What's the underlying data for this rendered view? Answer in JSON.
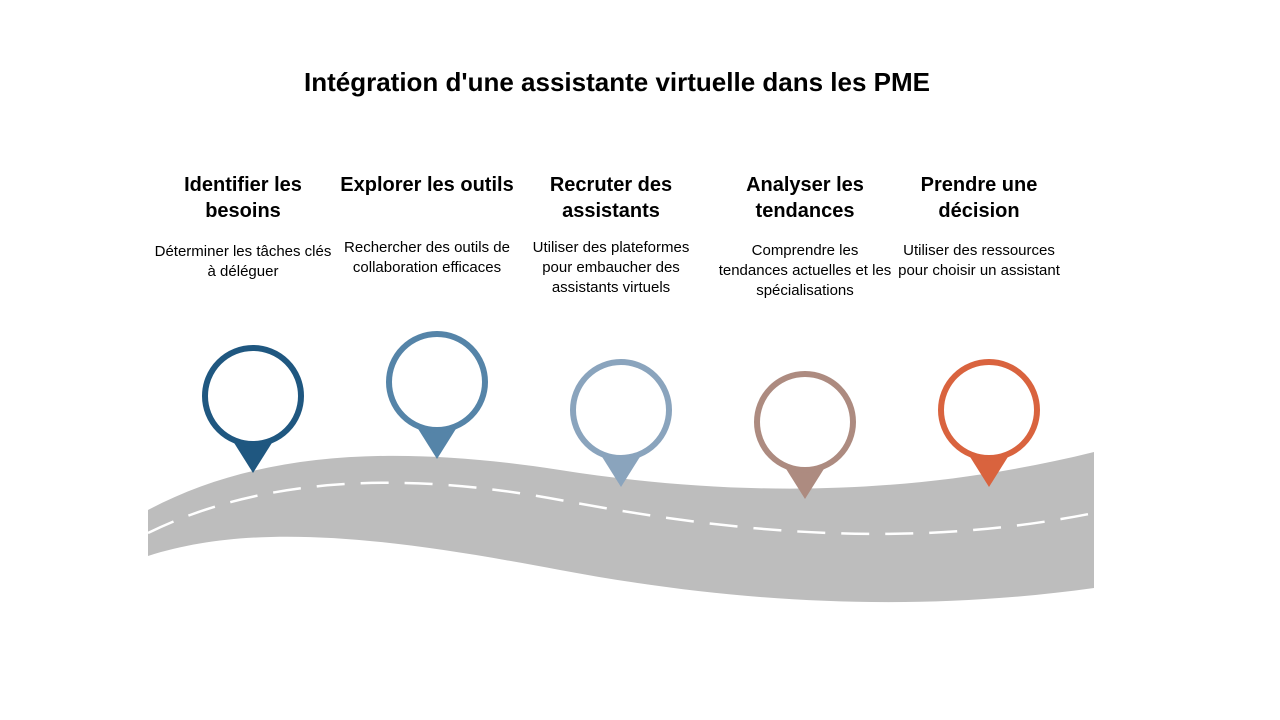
{
  "title": "Intégration d'une assistante virtuelle dans les PME",
  "colors": {
    "road": "#bdbdbd",
    "dash": "#ffffff"
  },
  "steps": [
    {
      "title": "Identifier les besoins",
      "desc": "Déterminer les tâches clés à déléguer",
      "color": "#1f5780",
      "icon": "map-pin-icon"
    },
    {
      "title": "Explorer les outils",
      "desc": "Rechercher des outils de collaboration efficaces",
      "color": "#5584a8",
      "icon": "map-pin-icon"
    },
    {
      "title": "Recruter des assistants",
      "desc": "Utiliser des plateformes pour embaucher des assistants virtuels",
      "color": "#8aa4bd",
      "icon": "map-pin-icon"
    },
    {
      "title": "Analyser les tendances",
      "desc": "Comprendre les tendances actuelles et les spécialisations",
      "color": "#ad8b80",
      "icon": "map-pin-icon"
    },
    {
      "title": "Prendre une décision",
      "desc": "Utiliser des ressources pour choisir un assistant",
      "color": "#d9633e",
      "icon": "map-pin-icon"
    }
  ]
}
